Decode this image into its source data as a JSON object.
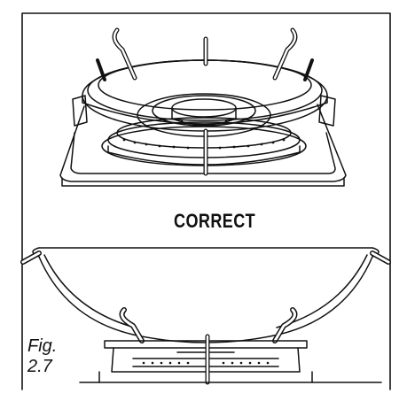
{
  "caption": "CORRECT",
  "figure": {
    "prefix": "Fig.",
    "number": "2.7"
  },
  "colors": {
    "ink": "#111111",
    "paper": "#ffffff"
  }
}
